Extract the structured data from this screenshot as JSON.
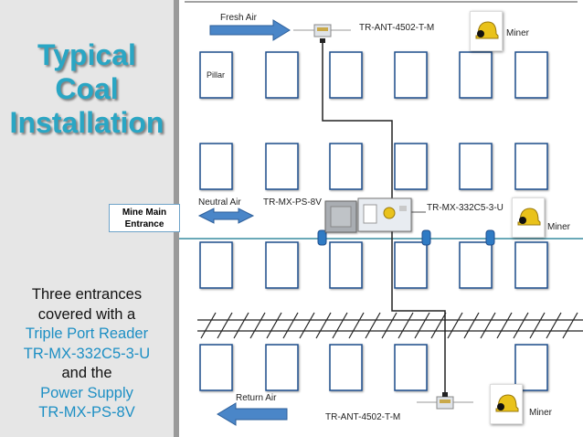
{
  "title": {
    "line1": "Typical",
    "line2": "Coal",
    "line3": "Installation"
  },
  "description": {
    "line1": "Three entrances",
    "line2": "covered with a",
    "line3": "Triple Port Reader",
    "line4": "TR-MX-332C5-3-U",
    "line5": "and the",
    "line6": "Power Supply",
    "line7": "TR-MX-PS-8V"
  },
  "diagram": {
    "fresh_air": "Fresh Air",
    "neutral_air": "Neutral Air",
    "return_air": "Return Air",
    "pillar": "Pillar",
    "antenna_top": "TR-ANT-4502-T-M",
    "antenna_bottom": "TR-ANT-4502-T-M",
    "power_supply": "TR-MX-PS-8V",
    "reader": "TR-MX-332C5-3-U",
    "miner_top": "Miner",
    "miner_middle": "Miner",
    "miner_bottom": "Miner",
    "entrance_line1": "Mine Main",
    "entrance_line2": "Entrance"
  },
  "colors": {
    "title": "#2aa6c4",
    "highlight_text": "#1d8fc4",
    "pillar_stroke": "#1f4e8c",
    "arrow_fill": "#4a86c8",
    "track": "#6aa9b8",
    "panel_bg": "#e6e6e6"
  }
}
